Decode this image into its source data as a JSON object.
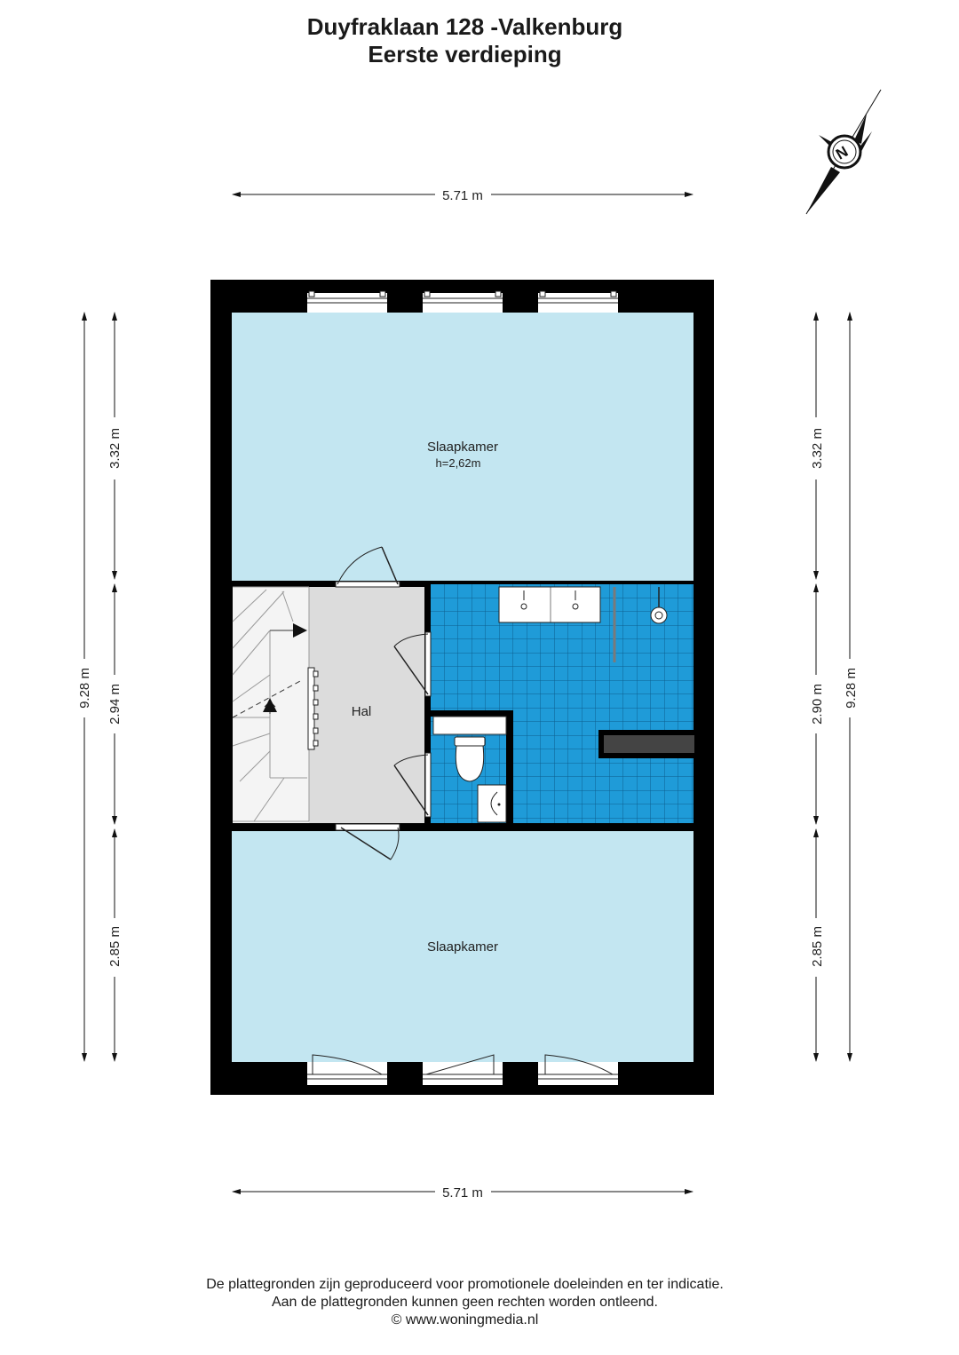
{
  "header": {
    "title": "Duyfraklaan 128 -Valkenburg",
    "subtitle": "Eerste verdieping"
  },
  "compass": {
    "letter": "N"
  },
  "dimensions": {
    "top_width": "5.71 m",
    "bottom_width": "5.71 m",
    "left_total": "9.28 m",
    "right_total": "9.28 m",
    "left_top": "3.32 m",
    "left_mid": "2.94 m",
    "left_bottom": "2.85 m",
    "right_top": "3.32 m",
    "right_mid": "2.90 m",
    "right_bottom": "2.85 m"
  },
  "rooms": {
    "bedroom_top": {
      "label": "Slaapkamer",
      "height": "h=2,62m"
    },
    "hall": {
      "label": "Hal"
    },
    "bedroom_bottom": {
      "label": "Slaapkamer"
    }
  },
  "colors": {
    "wall": "#000000",
    "bedroom_fill": "#c3e6f1",
    "hall_fill": "#dcdcdc",
    "bathroom_tile": "#1f9bd8",
    "stair_fill": "#f4f4f4"
  },
  "footer": {
    "line1": "De plattegronden zijn geproduceerd voor promotionele doeleinden en ter indicatie.",
    "line2": "Aan de plattegronden kunnen geen rechten worden ontleend.",
    "line3": "© www.woningmedia.nl"
  }
}
